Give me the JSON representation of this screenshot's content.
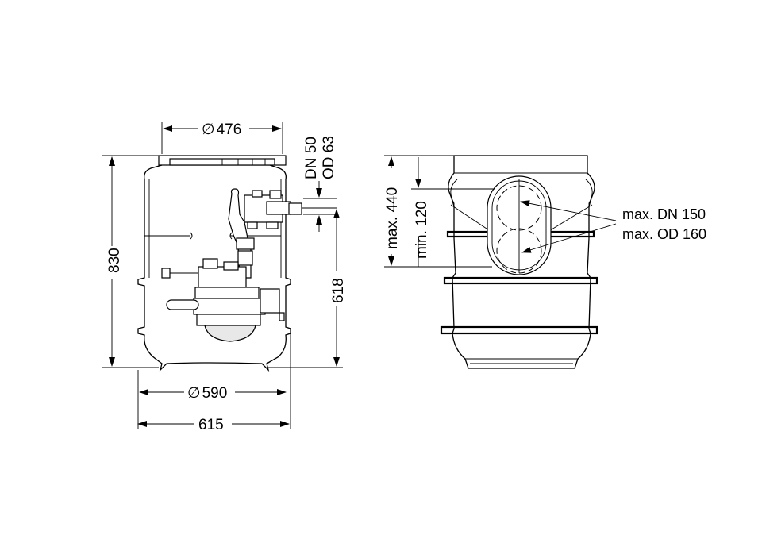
{
  "dimensions": {
    "top_diameter": "476",
    "height_total": "830",
    "inlet_height": "618",
    "bottom_diameter": "590",
    "overall_width": "615",
    "max_height": "max. 440",
    "min_height": "min. 120"
  },
  "pipe_connection": {
    "dn": "DN 50",
    "od": "OD 63"
  },
  "inlet_label": {
    "line1": "max. DN 150",
    "line2": "max. OD 160"
  },
  "diameter_symbol": "∅"
}
